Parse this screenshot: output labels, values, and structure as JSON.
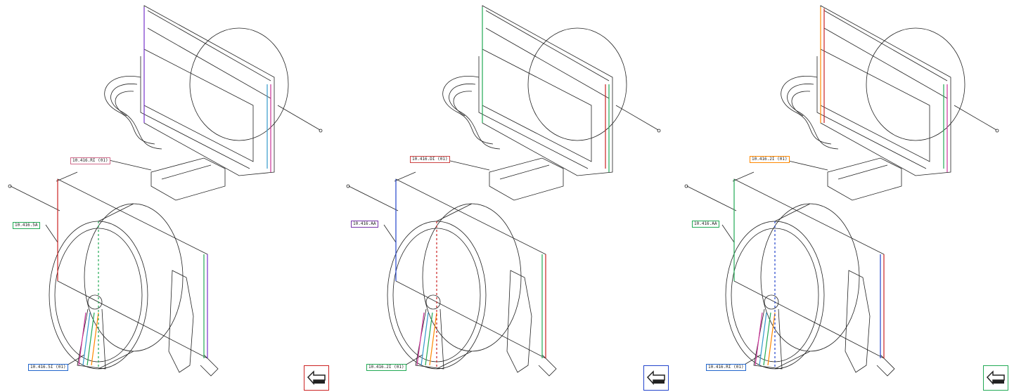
{
  "panels": [
    {
      "callouts": [
        "10.416.RI (01)",
        "10.416.5A",
        "10.416.5I (01)"
      ],
      "callout_colors": [
        "#d06a8a",
        "#22aa55",
        "#2266cc"
      ],
      "accent": "#cc2222",
      "back_icon": "back-arrow-icon"
    },
    {
      "callouts": [
        "10.416.DI (01)",
        "10.416.AA",
        "10.416.2I (01)"
      ],
      "callout_colors": [
        "#cc4444",
        "#7733aa",
        "#22aa55"
      ],
      "accent": "#2244cc",
      "back_icon": "back-arrow-icon"
    },
    {
      "callouts": [
        "10.416.2I (01)",
        "10.416.AA",
        "10.416.RI (01)"
      ],
      "callout_colors": [
        "#ff8800",
        "#22aa55",
        "#2266cc"
      ],
      "accent": "#22aa55",
      "back_icon": "back-arrow-icon"
    }
  ]
}
